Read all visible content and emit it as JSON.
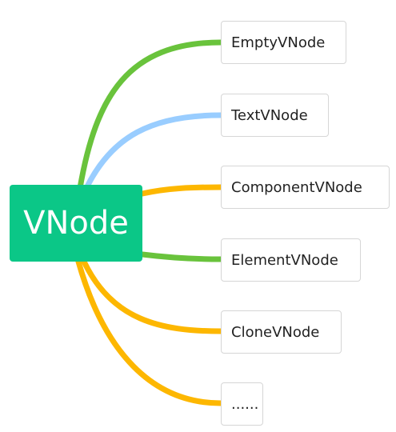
{
  "root": {
    "label": "VNode",
    "color": "#0bc787"
  },
  "children": [
    {
      "label": "EmptyVNode",
      "branch_color": "#69c33c"
    },
    {
      "label": "TextVNode",
      "branch_color": "#99cdff"
    },
    {
      "label": "ComponentVNode",
      "branch_color": "#fdb700"
    },
    {
      "label": "ElementVNode",
      "branch_color": "#69c33c"
    },
    {
      "label": "CloneVNode",
      "branch_color": "#fdb700"
    },
    {
      "label": "......",
      "branch_color": "#fdb700"
    }
  ]
}
